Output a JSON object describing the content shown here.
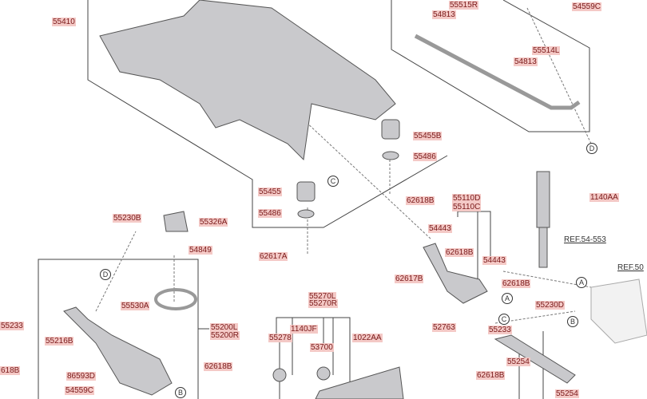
{
  "labels": {
    "l55410": "55410",
    "l55515r": "55515R",
    "l54813a": "54813",
    "l54559c_top": "54559C",
    "l55514l": "55514L",
    "l54813b": "54813",
    "l55455b": "55455B",
    "l55486a": "55486",
    "l55455": "55455",
    "l55486b": "55486",
    "l62617a": "62617A",
    "l62618b_a": "62618B",
    "l55110d": "55110D",
    "l55110c": "55110C",
    "l54443a": "54443",
    "l62618b_b": "62618B",
    "l54443b": "54443",
    "l62618b_c": "62618B",
    "l62617b": "62617B",
    "l52763": "52763",
    "l1140aa": "1140AA",
    "l55230d": "55230D",
    "l55233a": "55233",
    "l55254a": "55254",
    "l62618b_d": "62618B",
    "l55254b": "55254",
    "l55230b": "55230B",
    "l55326a": "55326A",
    "l54849": "54849",
    "l55530a": "55530A",
    "l55200l": "55200L",
    "l55200r": "55200R",
    "l55233b": "55233",
    "l55216b": "55216B",
    "l62618b_e": "62618B",
    "l618b": "618B",
    "l86593d": "86593D",
    "l54559c": "54559C",
    "l55270l": "55270L",
    "l55270r": "55270R",
    "l1140jf": "1140JF",
    "l55278": "55278",
    "l53700": "53700",
    "l1022aa": "1022AA"
  },
  "refs": {
    "shock": "REF.54-553",
    "knuckle": "REF.50"
  },
  "markers": {
    "a": "A",
    "b": "B",
    "c": "C",
    "d": "D"
  }
}
